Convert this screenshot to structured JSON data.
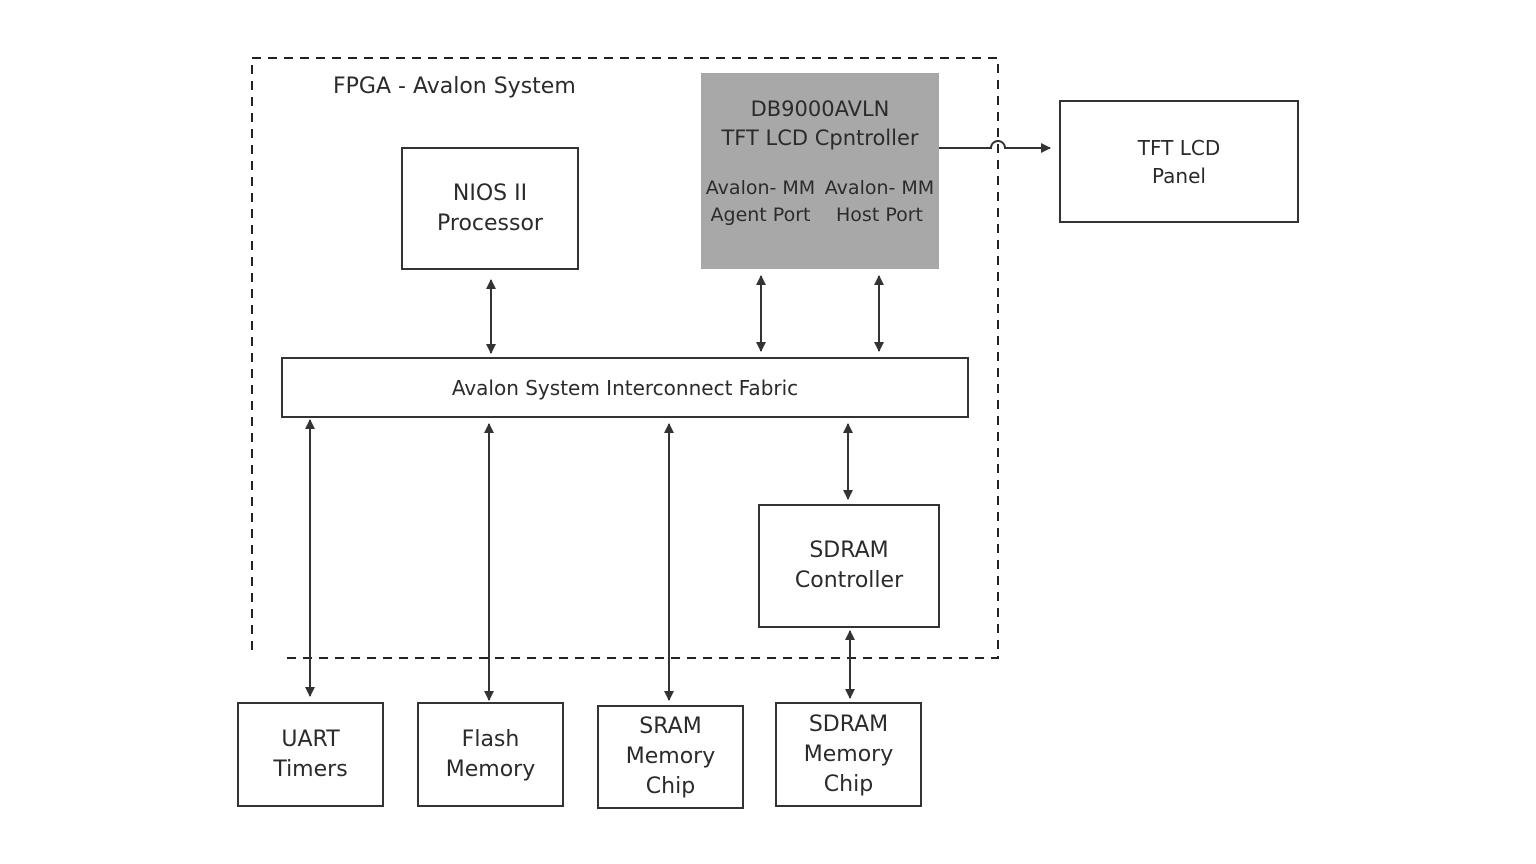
{
  "system": {
    "label": "FPGA - Avalon System"
  },
  "nios": {
    "line1": "NIOS II",
    "line2": "Processor"
  },
  "lcd_controller": {
    "line1": "DB9000AVLN",
    "line2": "TFT LCD Cpntroller",
    "agent_port": {
      "line1": "Avalon- MM",
      "line2": "Agent Port"
    },
    "host_port": {
      "line1": "Avalon- MM",
      "line2": "Host Port"
    },
    "fill": "#a8a8a8"
  },
  "lcd_panel": {
    "line1": "TFT LCD",
    "line2": "Panel"
  },
  "fabric": {
    "label": "Avalon System Interconnect Fabric"
  },
  "sdram_controller": {
    "line1": "SDRAM",
    "line2": "Controller"
  },
  "peripherals": {
    "uart": {
      "line1": "UART",
      "line2": "Timers"
    },
    "flash": {
      "line1": "Flash",
      "line2": "Memory"
    },
    "sram": {
      "line1": "SRAM",
      "line2": "Memory",
      "line3": "Chip"
    },
    "sdram_chip": {
      "line1": "SDRAM",
      "line2": "Memory",
      "line3": "Chip"
    }
  }
}
